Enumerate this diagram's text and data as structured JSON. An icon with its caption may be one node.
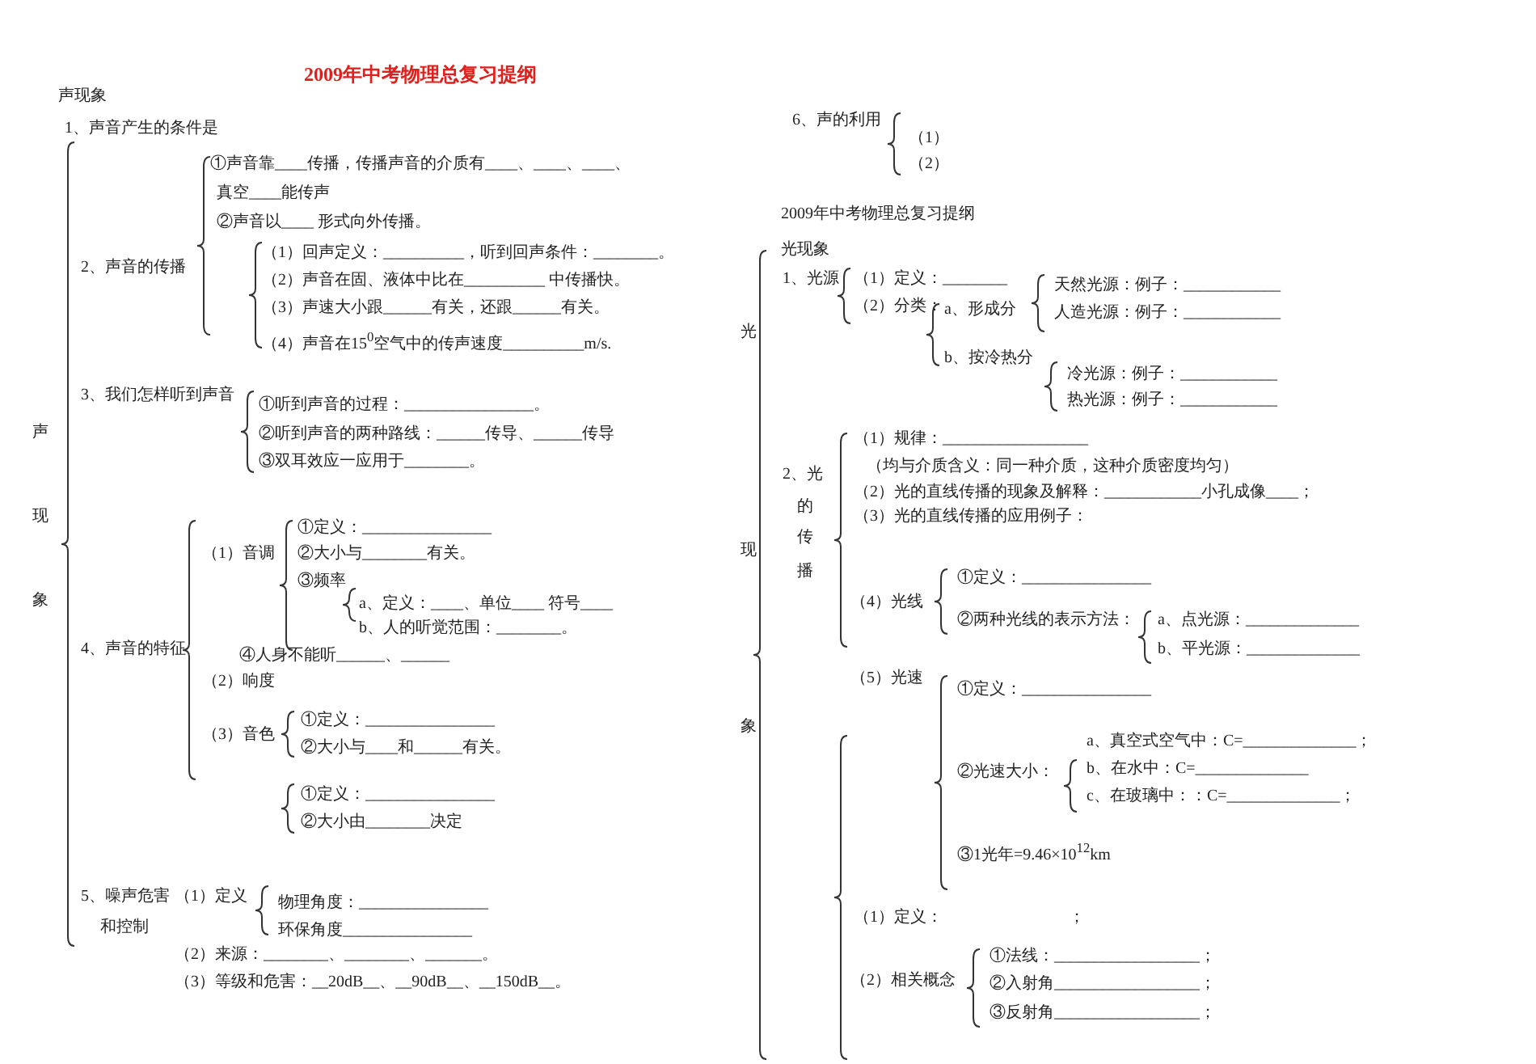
{
  "diagram": {
    "title": "2009年中考物理总复习提纲",
    "labels": [
      "声现象",
      "1、声音产生的条件是",
      "①声音靠____传播，传播声音的介质有____、____、____、",
      "真空____能传声",
      "②声音以____ 形式向外传播。",
      "（1）回声定义：__________，听到回声条件：________。",
      "2、声音的传播",
      "（2）声音在固、液体中比在__________ 中传播快。",
      "（3）声速大小跟______有关，还跟______有关。",
      "（4）声音在15$^{0}$空气中的传声速度__________m/s.",
      "3、我们怎样听到声音",
      "①听到声音的过程：________________。",
      "声",
      "②听到声音的两种路线：______传导、______传导",
      "③双耳效应一应用于________。",
      "现",
      "①定义：________________",
      "（1）音调",
      "②大小与________有关。",
      "③频率",
      "象",
      "a、定义：____、单位____ 符号____",
      "b、人的听觉范围：________。",
      "④人身不能听______、______",
      "4、声音的特征",
      "（2）响度",
      "①定义：________________",
      "（3）音色",
      "②大小与____和______有关。",
      "①定义：________________",
      "②大小由________决定",
      "5、噪声危害",
      "（1）定义",
      "物理角度：________________",
      "和控制",
      "环保角度________________",
      "（2）来源：________、________、_______。",
      "（3）等级和危害：__20dB__、__90dB__、__150dB__。",
      "6、声的利用",
      "（1）",
      "（2）",
      "2009年中考物理总复习提纲",
      "光现象",
      "1、光源",
      "（1）定义：________",
      "天然光源：例子：____________",
      "（2）分类：",
      "a、形成分",
      "人造光源：例子：____________",
      "光",
      "b、按冷热分",
      "冷光源：例子：____________",
      "热光源：例子：____________",
      "（1）规律：__________________",
      "（均与介质含义：同一种介质，这种介质密度均匀）",
      "2、光",
      "（2）光的直线传播的现象及解释：____________小孔成像____；",
      "的",
      "（3）光的直线传播的应用例子：",
      "传",
      "现",
      "播",
      "①定义：________________",
      "（4）光线",
      "②两种光线的表示方法：",
      "a、点光源：______________",
      "b、平光源：______________",
      "（5）光速",
      "①定义：________________",
      "象",
      "a、真空式空气中：C=______________；",
      "②光速大小：",
      "b、在水中：C=______________",
      "c、在玻璃中：：C=______________；",
      "③1光年=9.46×10$^{12}$km",
      "（1）定义：",
      "；",
      "①法线：__________________；",
      "（2）相关概念",
      "②入射角__________________；",
      "③反射角__________________；"
    ]
  }
}
